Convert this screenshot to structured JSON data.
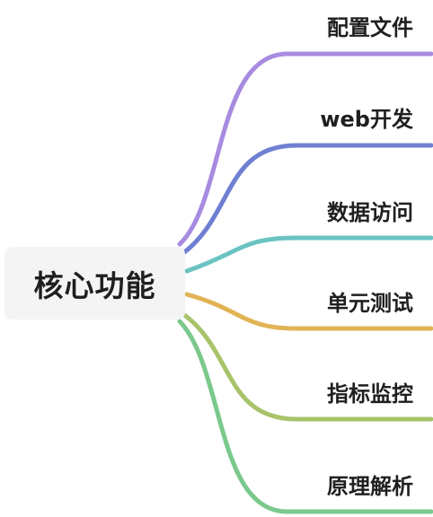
{
  "root": {
    "label": "核心功能"
  },
  "branches": [
    {
      "label": "配置文件",
      "color": "#a88be0"
    },
    {
      "label": "web开发",
      "color": "#6f7fd2"
    },
    {
      "label": "数据访问",
      "color": "#6bc4c2"
    },
    {
      "label": "单元测试",
      "color": "#e1b354"
    },
    {
      "label": "指标监控",
      "color": "#a8c46a"
    },
    {
      "label": "原理解析",
      "color": "#7bc98c"
    }
  ]
}
